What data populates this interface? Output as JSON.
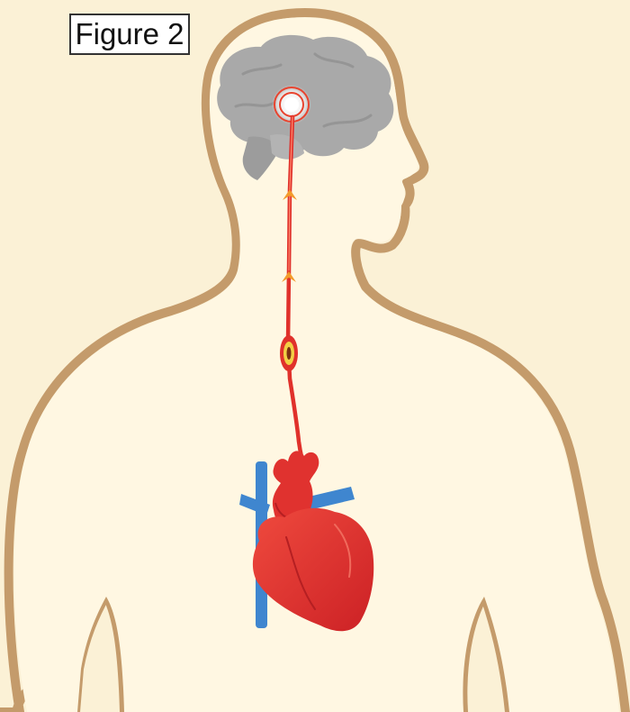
{
  "figure": {
    "label": "Figure 2"
  },
  "diagram": {
    "parts": [
      "body-silhouette",
      "brain",
      "spinal-nerve-pathway",
      "nerve-ganglion",
      "heart",
      "vena-cava"
    ],
    "colors": {
      "background": "#fbf1d6",
      "body_fill": "#fff7e2",
      "body_outline": "#c49b6b",
      "brain": "#a9a9a9",
      "nerve": "#e0312b",
      "heart": "#e0322f",
      "veins": "#3f86cf",
      "signal_ring": "#e8442f",
      "ganglion_core": "#f2cf45"
    }
  }
}
